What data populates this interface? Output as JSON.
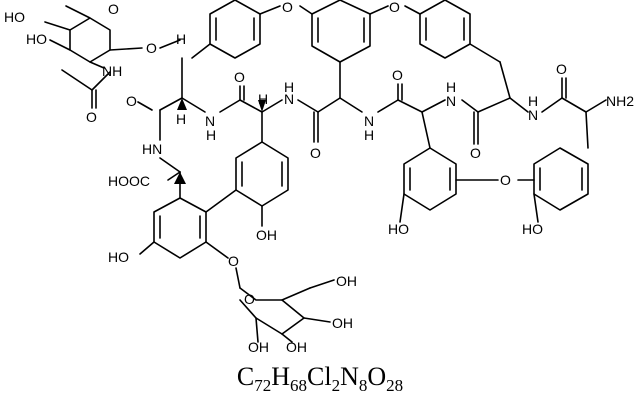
{
  "labels": {
    "ho_a": "HO",
    "ho_b": "HO",
    "o_glyco": "O",
    "nh_1": "NH",
    "o_acetyl": "O",
    "o_ring1": "O",
    "o_bridge1": "O",
    "o_bridge2": "O",
    "o_amide1": "O",
    "hn_1": "HN",
    "h_1": "H",
    "h_2": "H",
    "n_1": "N",
    "h_3": "H",
    "o_amide2": "O",
    "n_2": "N",
    "h_4": "H",
    "o_amide3": "O",
    "o_amide4": "O",
    "n_3": "N",
    "h_5": "H",
    "n_4": "N",
    "h_6": "H",
    "o_amide5": "O",
    "n_5": "N",
    "h_7": "H",
    "o_amide6": "O",
    "n_6": "N",
    "h_8": "H",
    "o_amide7": "O",
    "nh2": "NH2",
    "hooc": "HOOC",
    "o_bridge3": "O",
    "ho_c": "HO",
    "ho_d": "HO",
    "ho_e": "HO",
    "oh_1": "OH",
    "o_glyco2": "O",
    "o_ring2": "O",
    "oh_2": "OH",
    "oh_3": "OH",
    "oh_4": "OH",
    "oh_5": "OH",
    "h_9": "H"
  },
  "formula": {
    "c": "C",
    "c_n": "72",
    "h": "H",
    "h_n": "68",
    "cl": "Cl",
    "cl_n": "2",
    "n": "N",
    "n_n": "8",
    "o": "O",
    "o_n": "28"
  }
}
